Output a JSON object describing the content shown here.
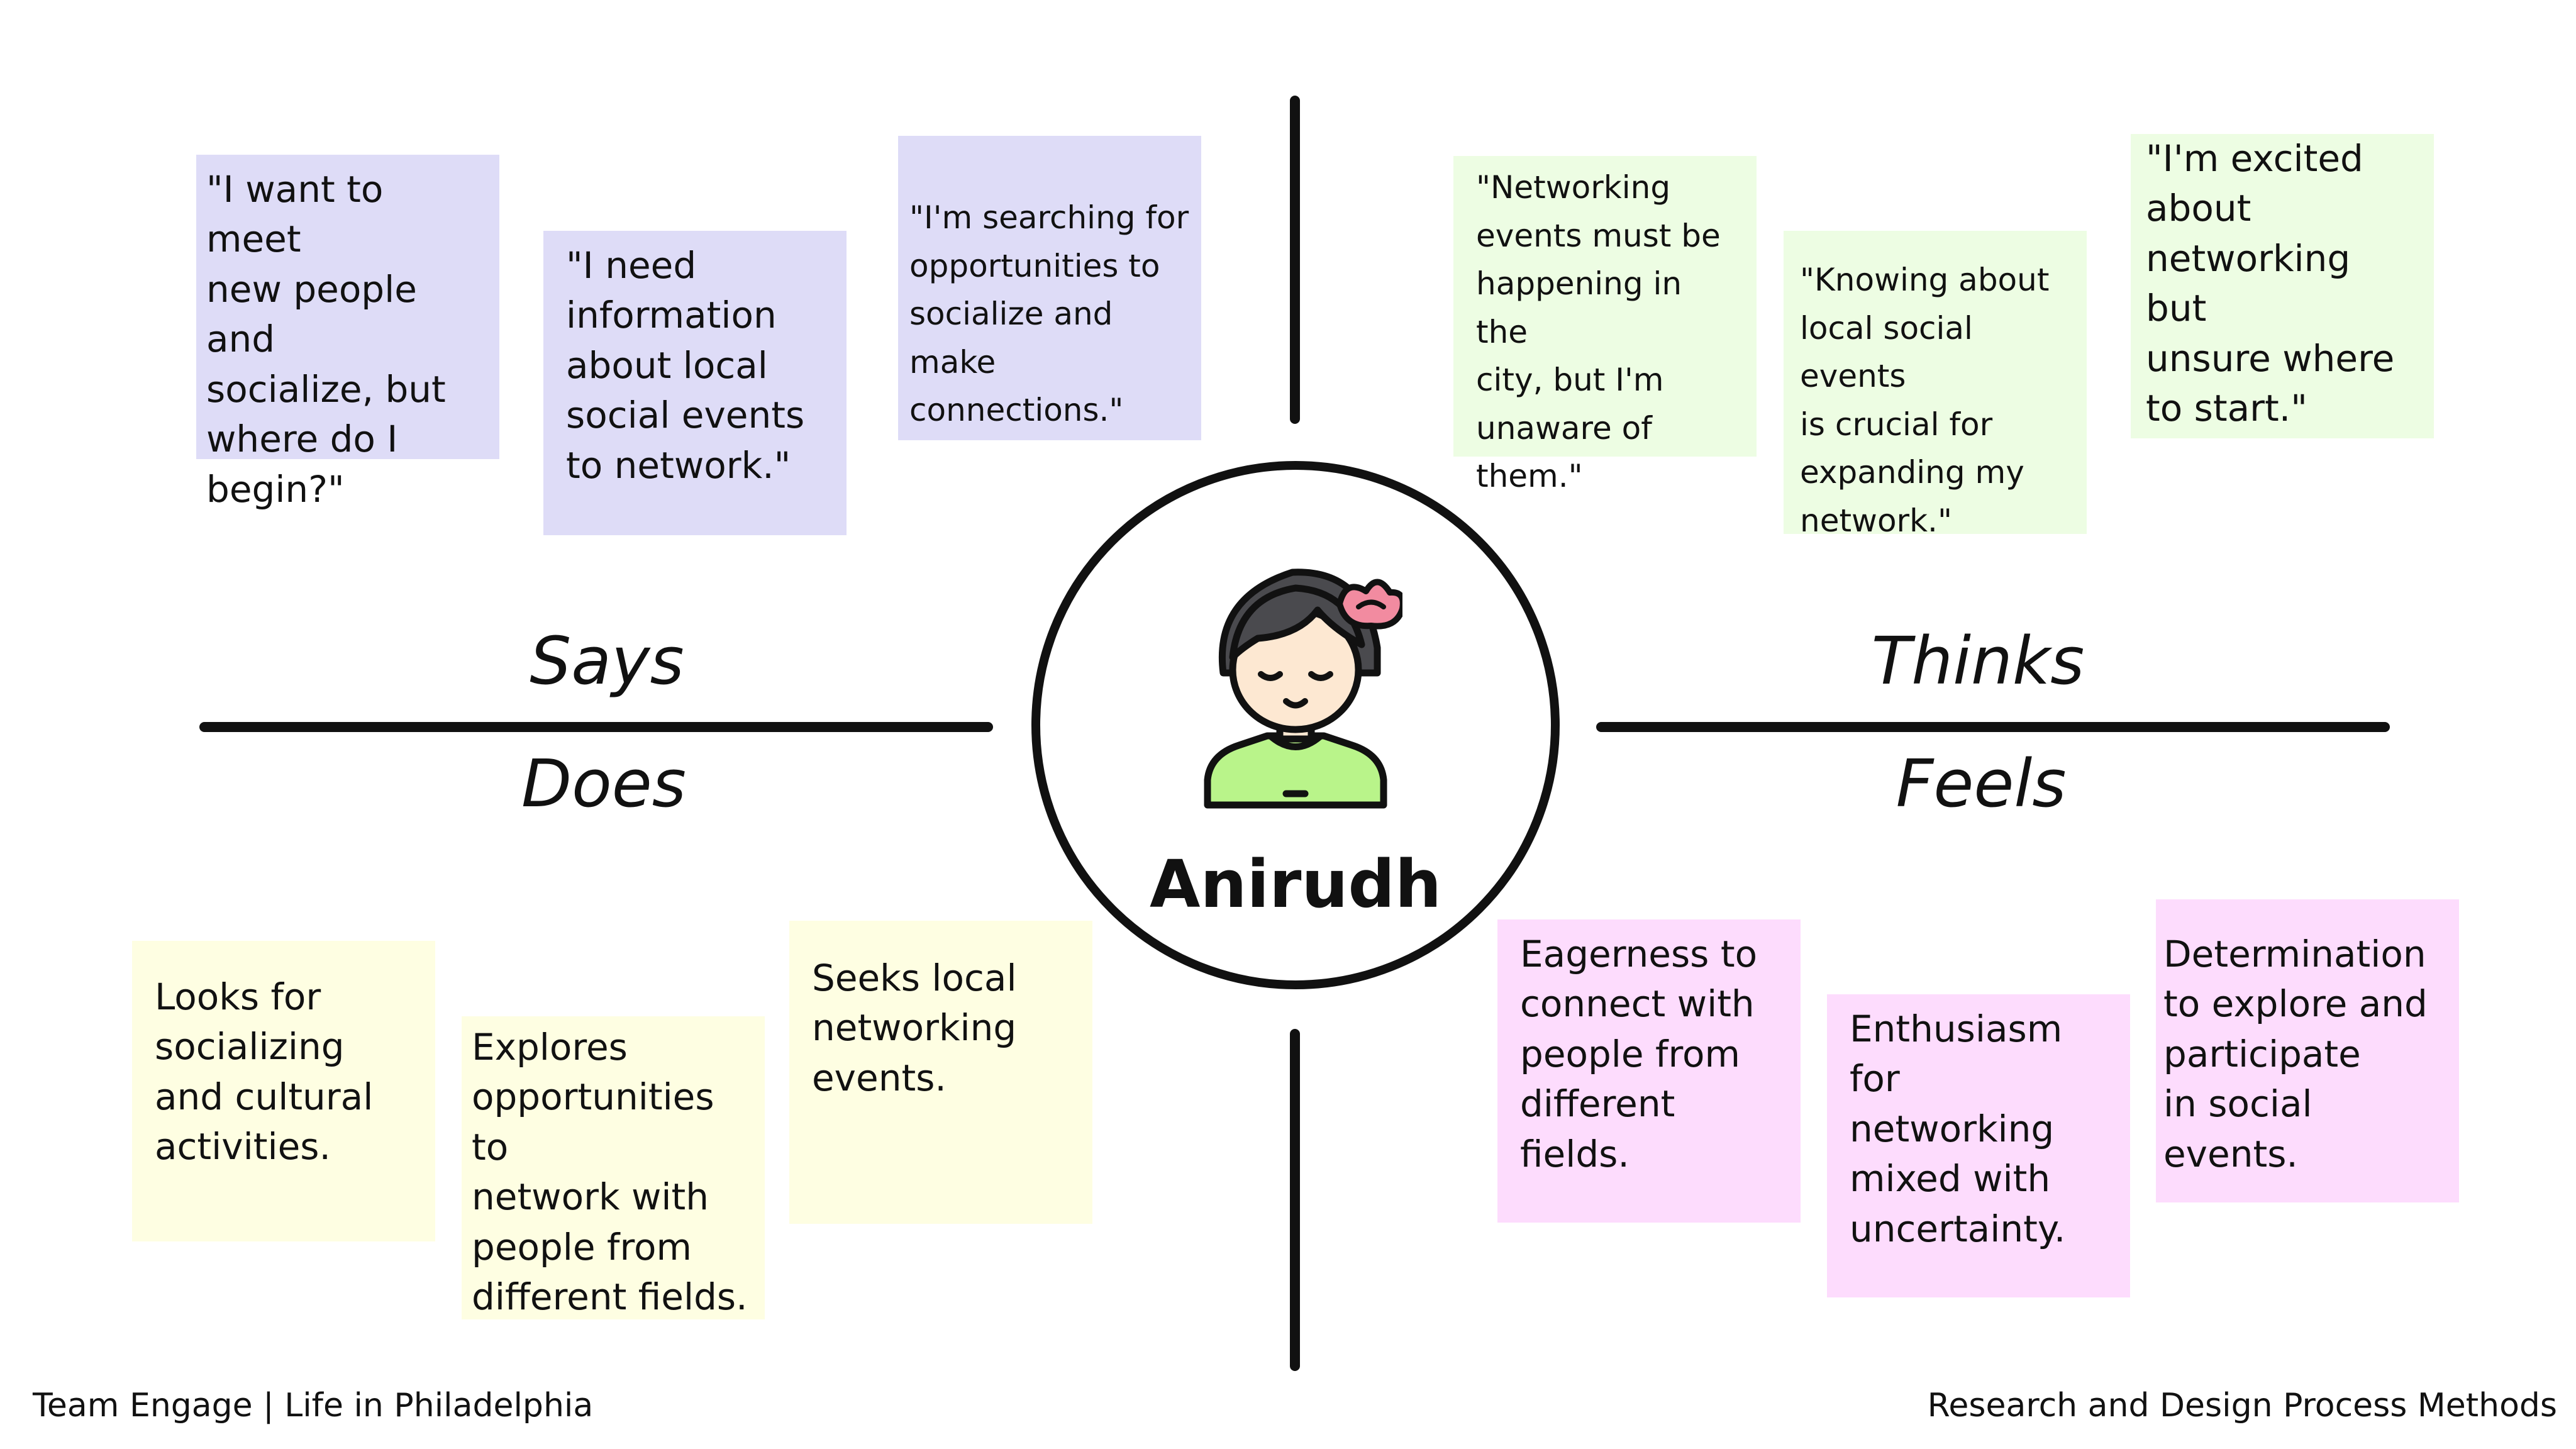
{
  "colors": {
    "says": "#dedcf7",
    "thinks": "#edfde3",
    "does": "#fefee2",
    "feels": "#fddcfd",
    "ink": "#111111"
  },
  "persona": {
    "name": "Anirudh",
    "avatar_icon": "persona-avatar-icon"
  },
  "quadrants": {
    "says_label": "Says",
    "thinks_label": "Thinks",
    "does_label": "Does",
    "feels_label": "Feels"
  },
  "says": [
    [
      "\"I want to meet",
      "new people and",
      "socialize, but",
      "where do I",
      "begin?\""
    ],
    [
      "\"I need",
      "information",
      "about local",
      "social events",
      "to network.\""
    ],
    [
      "\"I'm searching for",
      "opportunities to",
      "socialize and make",
      "connections.\""
    ]
  ],
  "thinks": [
    [
      "\"Networking",
      "events must be",
      "happening in the",
      "city, but I'm",
      "unaware of",
      "them.\""
    ],
    [
      "\"Knowing about",
      "local social events",
      "is crucial for",
      "expanding my",
      "network.\""
    ],
    [
      "\"I'm excited",
      "about",
      "networking but",
      "unsure where",
      "to start.\""
    ]
  ],
  "does": [
    [
      "Looks for",
      "socializing",
      "and cultural",
      "activities."
    ],
    [
      "Explores",
      "opportunities to",
      "network with",
      "people from",
      "different fields."
    ],
    [
      "Seeks local",
      "networking",
      "events."
    ]
  ],
  "feels": [
    [
      "Eagerness to",
      "connect with",
      "people from",
      "different",
      "fields."
    ],
    [
      "Enthusiasm",
      "for",
      "networking",
      "mixed with",
      "uncertainty."
    ],
    [
      "Determination",
      "to explore and",
      "participate",
      "in social events."
    ]
  ],
  "footer": {
    "left": "Team Engage | Life in Philadelphia",
    "right": "Research and Design Process Methods"
  }
}
